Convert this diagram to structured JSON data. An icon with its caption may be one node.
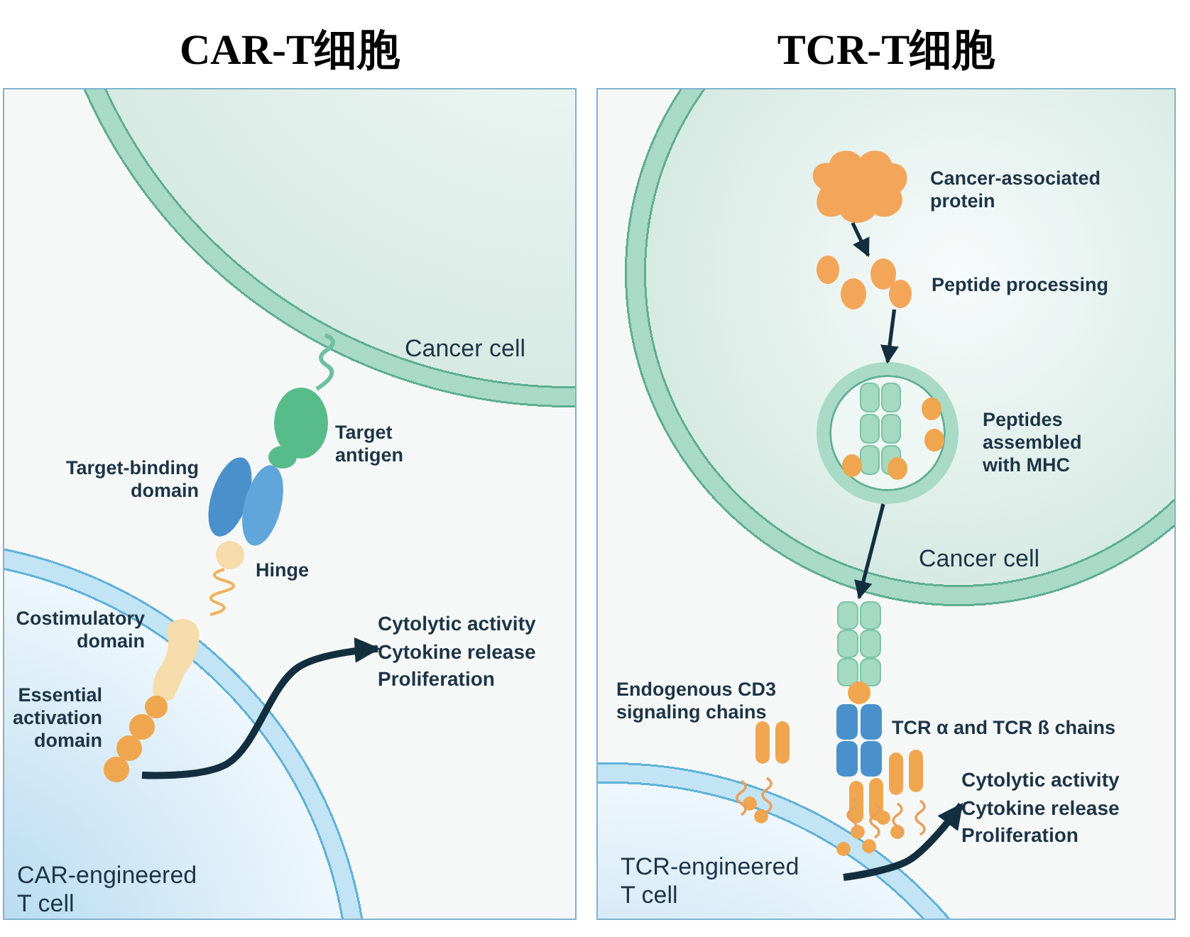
{
  "diagram": {
    "nodes": [
      {
        "text": [
          "CAR-T细胞"
        ]
      },
      {
        "text": [
          "Cancer cell"
        ],
        "in": 0
      },
      {
        "text": [
          "CAR-engineered T cell"
        ],
        "in": 0
      },
      {
        "text": [
          "Cytolytic activity",
          "Cytokine release",
          "Proliferation"
        ],
        "in": 0
      },
      {
        "text": [
          "TCR-T细胞"
        ]
      },
      {
        "text": [
          "Cancer cell"
        ],
        "in": 4
      },
      {
        "text": [],
        "shape": "cloud",
        "beside": [
          "Cancer-associated protein"
        ],
        "in": 5
      },
      {
        "text": [],
        "shape": "circle",
        "beside": [
          "Peptide processing"
        ],
        "in": 5
      },
      {
        "text": [],
        "shape": "circle",
        "beside": [
          "Peptides assembled with MHC"
        ],
        "in": 5
      },
      {
        "text": [
          "TCR-engineered T cell"
        ],
        "in": 4
      },
      {
        "text": [
          "Cytolytic activity",
          "Cytokine release",
          "Proliferation"
        ],
        "in": 4
      },
      {
        "text": [],
        "shape": "picture",
        "in": 4
      }
    ],
    "edges": [
      {
        "from": 2,
        "to": 3,
        "arrow": "to",
        "style": "thick"
      },
      {
        "from": 6,
        "to": 7,
        "arrow": "to"
      },
      {
        "from": 7,
        "to": 8,
        "arrow": "to"
      },
      {
        "from": 8,
        "to": 11,
        "arrow": "to"
      },
      {
        "from": 9,
        "to": 10,
        "arrow": "to",
        "style": "thick"
      }
    ],
    "labels": [
      "Target antigen",
      "Target-binding domain",
      "Hinge",
      "Costimulatory domain",
      "Essential activation domain",
      "Endogenous CD3 signaling chains",
      "TCR α and TCR ß chains"
    ]
  }
}
